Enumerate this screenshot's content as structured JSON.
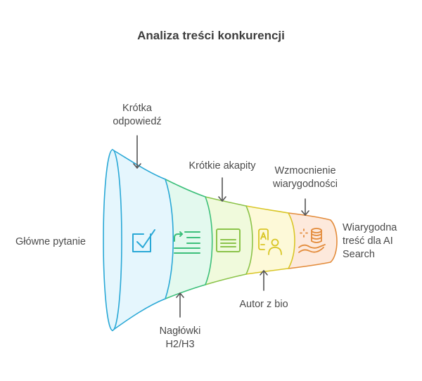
{
  "title": "Analiza treści konkurencji",
  "input_label": "Główne pytanie",
  "output_label": [
    "Wiarygodna",
    "treść dla AI",
    "Search"
  ],
  "stages": [
    {
      "name": "short-answer",
      "label": [
        "Krótka",
        "odpowiedź"
      ],
      "label_position": "top",
      "icon": "checkbox-icon",
      "color": "#29a8d6",
      "fill": "#e5f6fd"
    },
    {
      "name": "headings",
      "label": [
        "Nagłówki",
        "H2/H3"
      ],
      "label_position": "bottom",
      "icon": "indent-list-icon",
      "color": "#3cbf7a",
      "fill": "#e3f9ee"
    },
    {
      "name": "short-paragraphs",
      "label": [
        "Krótkie akapity"
      ],
      "label_position": "top",
      "icon": "document-lines-icon",
      "color": "#8bc34a",
      "fill": "#f0fadc"
    },
    {
      "name": "author-bio",
      "label": [
        "Autor z bio"
      ],
      "label_position": "bottom",
      "icon": "author-profile-icon",
      "color": "#d9c626",
      "fill": "#fdf9d8"
    },
    {
      "name": "credibility",
      "label": [
        "Wzmocnienie",
        "wiarygodności"
      ],
      "label_position": "top",
      "icon": "database-hand-icon",
      "color": "#e38b3a",
      "fill": "#fde9dc"
    }
  ],
  "colors": {
    "arrow": "#555555",
    "text": "#4a4a4a",
    "title": "#3d3d3d"
  }
}
